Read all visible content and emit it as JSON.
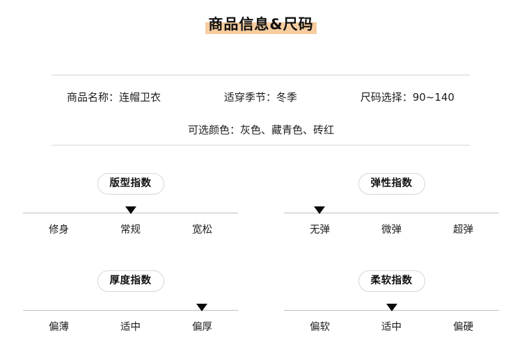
{
  "header": {
    "title": "商品信息&尺码",
    "highlight_color": "#f7cd9f"
  },
  "product_info": {
    "fields": [
      {
        "label": "商品名称：",
        "value": "连帽卫衣",
        "text": "商品名称：连帽卫衣"
      },
      {
        "label": "适穿季节：",
        "value": "冬季",
        "text": "适穿季节：冬季"
      },
      {
        "label": "尺码选择：",
        "value": "90~140",
        "text": "尺码选择：90~140"
      }
    ],
    "color_line": {
      "label": "可选颜色：",
      "value": "灰色、藏青色、砖红",
      "text": "可选颜色：灰色、藏青色、砖红"
    }
  },
  "indices": [
    {
      "name": "版型指数",
      "labels": [
        "修身",
        "常规",
        "宽松"
      ],
      "selected_index": 1,
      "selected_label": "常规",
      "marker_percent": "50%"
    },
    {
      "name": "弹性指数",
      "labels": [
        "无弹",
        "微弹",
        "超弹"
      ],
      "selected_index": 0,
      "selected_label": "无弹",
      "marker_percent": "16.666%"
    },
    {
      "name": "厚度指数",
      "labels": [
        "偏薄",
        "适中",
        "偏厚"
      ],
      "selected_index": 2,
      "selected_label": "偏厚",
      "marker_percent": "83.333%"
    },
    {
      "name": "柔软指数",
      "labels": [
        "偏软",
        "适中",
        "偏硬"
      ],
      "selected_index": 1,
      "selected_label": "适中",
      "marker_percent": "50%"
    }
  ],
  "style": {
    "divider_color": "#e9e9e9",
    "scale_line_color": "#bdbdbd",
    "marker_color": "#0a0a0a",
    "badge_border_color": "#d6d6d6",
    "text_color": "#1c1c1c",
    "background": "#ffffff"
  }
}
